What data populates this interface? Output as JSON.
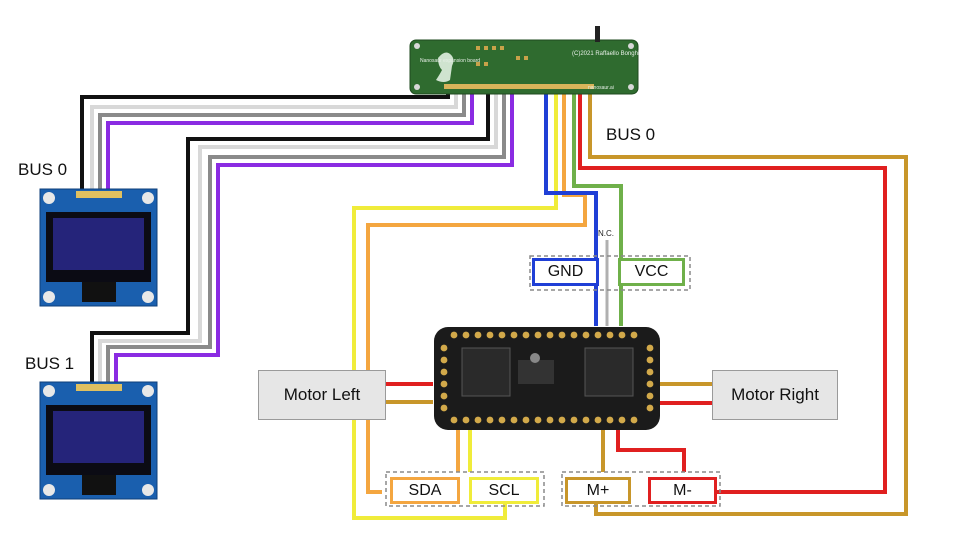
{
  "labels": {
    "bus0_left": "BUS 0",
    "bus1_left": "BUS 1",
    "bus0_right": "BUS 0",
    "nc": "N.C.",
    "motor_left": "Motor Left",
    "motor_right": "Motor Right"
  },
  "pins": {
    "gnd": "GND",
    "vcc": "VCC",
    "sda": "SDA",
    "scl": "SCL",
    "m_plus": "M+",
    "m_minus": "M-"
  },
  "expansion_board": {
    "name_text": "Nanosaur expansion board",
    "copyright_text": "(C)2021 Raffaello Bonghi",
    "site_text": "nanosaur.ai"
  },
  "colors": {
    "black_wire": "#111111",
    "white_wire": "#dcdcdc",
    "grey_wire": "#8a8a8a",
    "purple_wire": "#8a2be2",
    "blue_wire": "#1f3fd6",
    "green_wire": "#6fb04a",
    "yellow_wire": "#f0ec3a",
    "orange_wire": "#f4a640",
    "red_wire": "#e02020",
    "brown_wire": "#c8962a",
    "board_green": "#2f6b2f",
    "oled_blue": "#1a5fae",
    "motor_board": "#1b1b1b"
  }
}
